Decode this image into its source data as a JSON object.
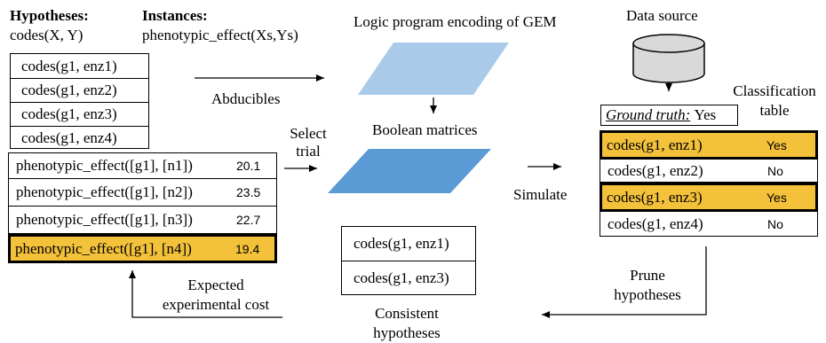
{
  "hypotheses": {
    "title": "Hypotheses:",
    "subtitle": "codes(X, Y)",
    "items": [
      "codes(g1, enz1)",
      "codes(g1, enz2)",
      "codes(g1, enz3)",
      "codes(g1, enz4)"
    ]
  },
  "instances": {
    "title": "Instances:",
    "subtitle": "phenotypic_effect(Xs,Ys)",
    "rows": [
      {
        "label": "phenotypic_effect([g1], [n1])",
        "cost": "20.1"
      },
      {
        "label": "phenotypic_effect([g1], [n2])",
        "cost": "23.5"
      },
      {
        "label": "phenotypic_effect([g1], [n3])",
        "cost": "22.7"
      },
      {
        "label": "phenotypic_effect([g1], [n4])",
        "cost": "19.4"
      }
    ]
  },
  "center": {
    "logic_program_label": "Logic program encoding of GEM",
    "boolean_matrices_label": "Boolean matrices",
    "abducibles_label": "Abducibles",
    "select_trial_line1": "Select",
    "select_trial_line2": "trial",
    "simulate_label": "Simulate"
  },
  "data_source": {
    "label": "Data source",
    "ground_truth_label": "Ground truth:",
    "ground_truth_value": "Yes"
  },
  "classification": {
    "title_line1": "Classification",
    "title_line2": "table",
    "rows": [
      {
        "hypothesis": "codes(g1, enz1)",
        "result": "Yes"
      },
      {
        "hypothesis": "codes(g1, enz2)",
        "result": "No"
      },
      {
        "hypothesis": "codes(g1, enz3)",
        "result": "Yes"
      },
      {
        "hypothesis": "codes(g1, enz4)",
        "result": "No"
      }
    ]
  },
  "consistent": {
    "items": [
      "codes(g1, enz1)",
      "codes(g1, enz3)"
    ],
    "label_line1": "Consistent",
    "label_line2": "hypotheses"
  },
  "prune": {
    "line1": "Prune",
    "line2": "hypotheses"
  },
  "expected_cost": {
    "line1": "Expected",
    "line2": "experimental cost"
  },
  "colors": {
    "highlight": "#f3c13a",
    "light_parallelogram": "#a9cbe9",
    "dark_parallelogram": "#5b9bd5",
    "cylinder": "#d9d9d9"
  }
}
